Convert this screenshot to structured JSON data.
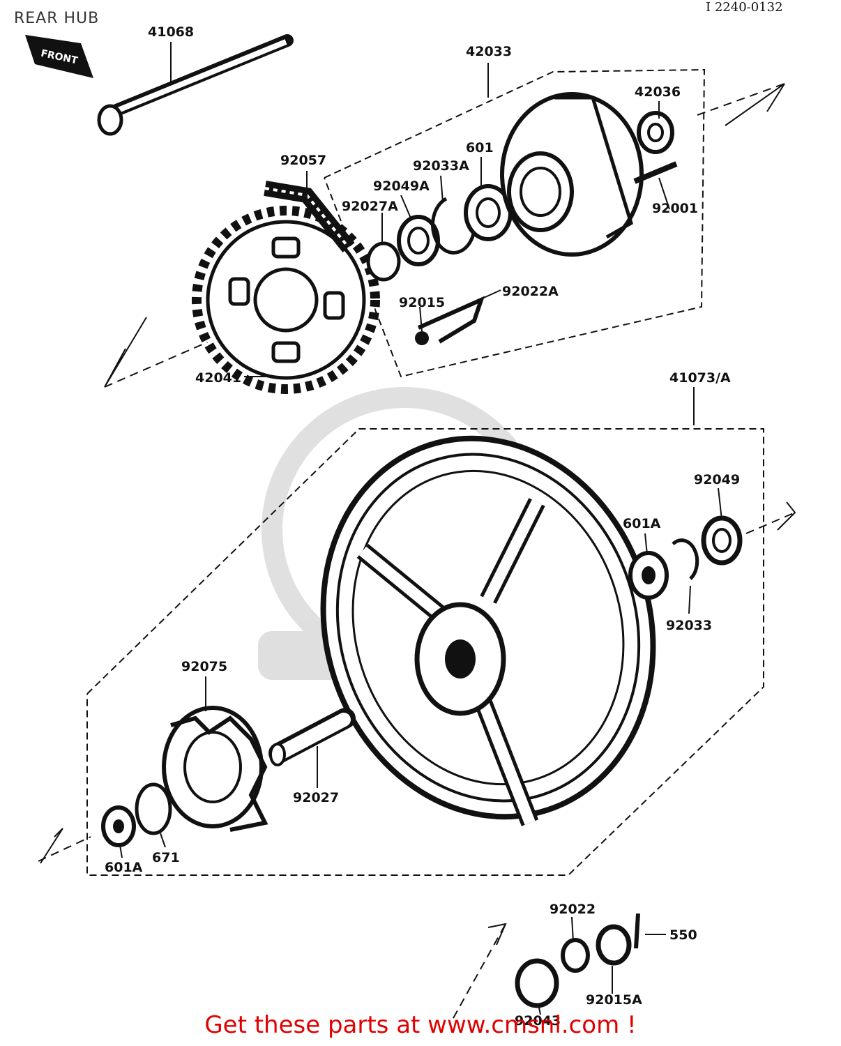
{
  "title": "REAR HUB",
  "ref_code": "I 2240-0132",
  "front_badge": "FRONT",
  "watermark_text": "www.cmsnl.com",
  "cta": "Get these parts at www.cmsnl.com !",
  "parts": [
    {
      "id": "p41068",
      "label": "41068"
    },
    {
      "id": "p42033",
      "label": "42033"
    },
    {
      "id": "p42036",
      "label": "42036"
    },
    {
      "id": "p92057",
      "label": "92057"
    },
    {
      "id": "p601",
      "label": "601"
    },
    {
      "id": "p92033A",
      "label": "92033A"
    },
    {
      "id": "p92049A",
      "label": "92049A"
    },
    {
      "id": "p92027A",
      "label": "92027A"
    },
    {
      "id": "p92001",
      "label": "92001"
    },
    {
      "id": "p92015",
      "label": "92015"
    },
    {
      "id": "p92022A",
      "label": "92022A"
    },
    {
      "id": "p42041",
      "label": "42041"
    },
    {
      "id": "p41073A",
      "label": "41073/A"
    },
    {
      "id": "p92049",
      "label": "92049"
    },
    {
      "id": "p601A_r",
      "label": "601A"
    },
    {
      "id": "p92033",
      "label": "92033"
    },
    {
      "id": "p92075",
      "label": "92075"
    },
    {
      "id": "p92027",
      "label": "92027"
    },
    {
      "id": "p601A_l",
      "label": "601A"
    },
    {
      "id": "p671",
      "label": "671"
    },
    {
      "id": "p92022",
      "label": "92022"
    },
    {
      "id": "p550",
      "label": "550"
    },
    {
      "id": "p92015A",
      "label": "92015A"
    },
    {
      "id": "p92043",
      "label": "92043"
    }
  ]
}
